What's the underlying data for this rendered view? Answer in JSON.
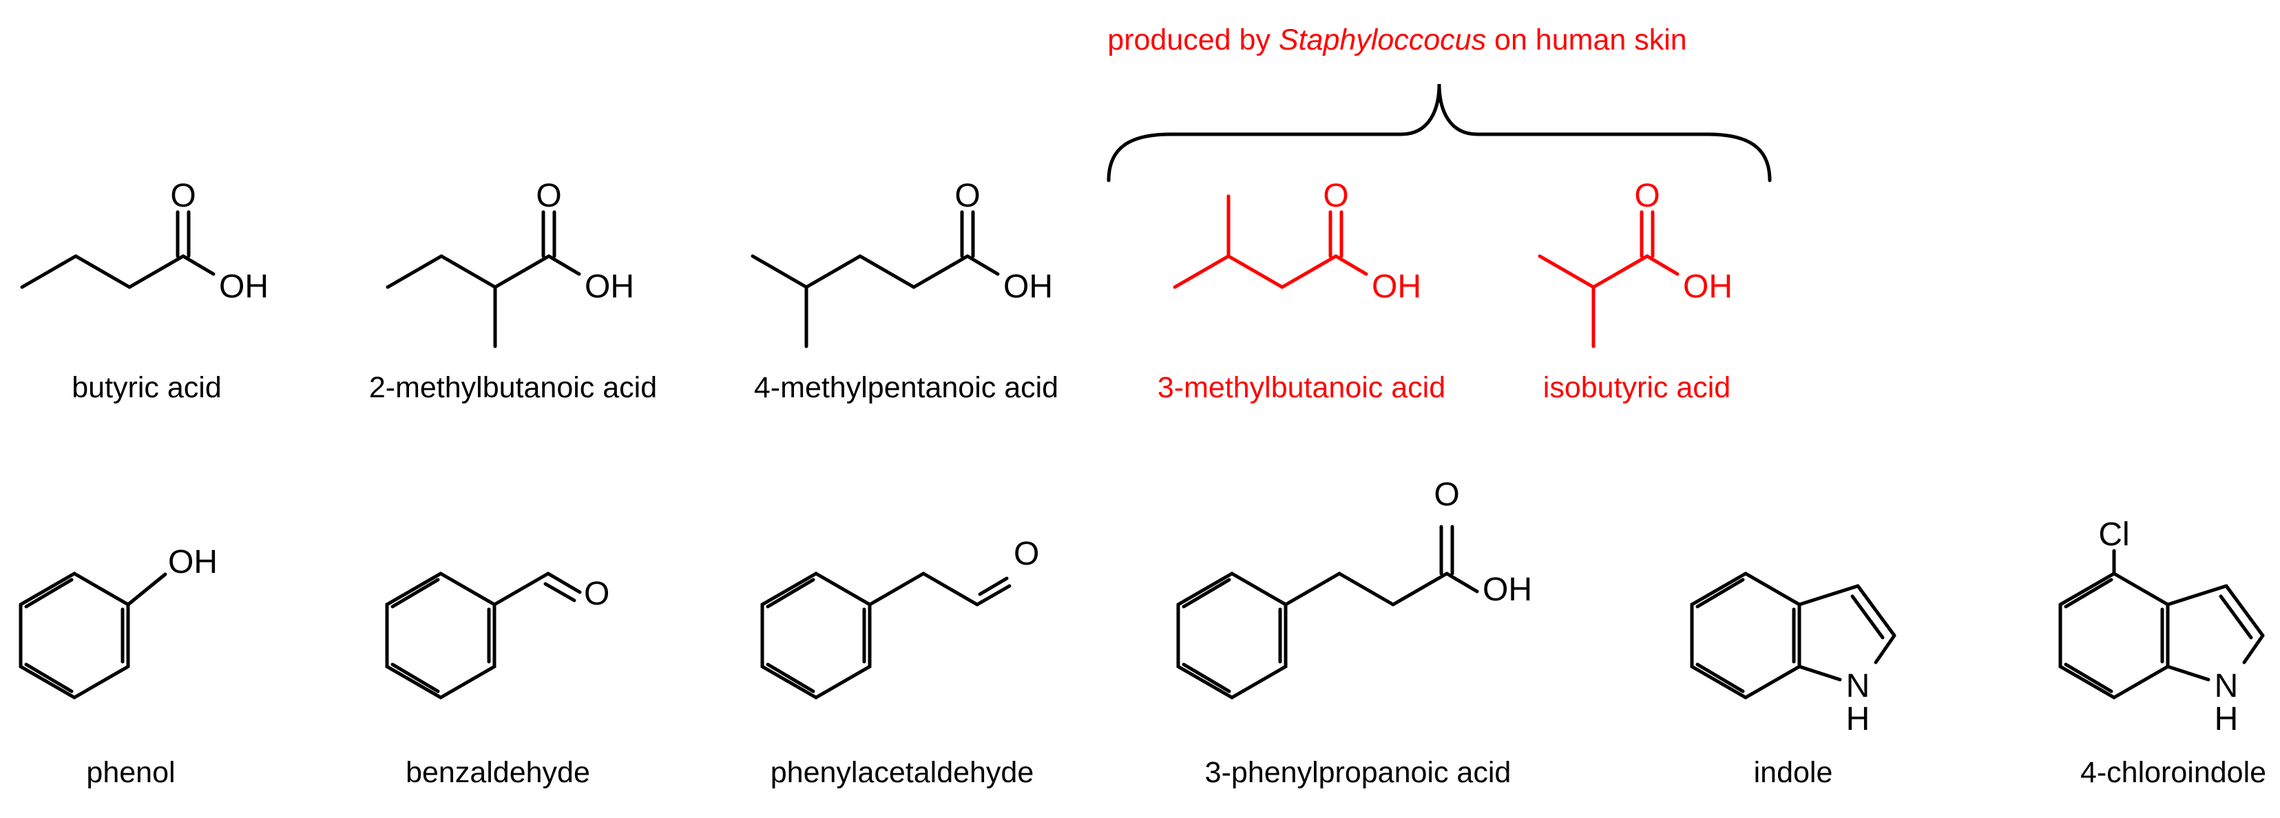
{
  "highlight_color": "#ff0000",
  "text_color": "#000000",
  "banner": {
    "before": "produced by ",
    "genus": "Staphyloccocus",
    "after": " on human skin"
  },
  "compounds": {
    "butyric_acid": {
      "name": "butyric acid",
      "atoms": {
        "o": "O",
        "oh": "OH"
      }
    },
    "methylbutanoic_2": {
      "name": "2-methylbutanoic acid",
      "atoms": {
        "o": "O",
        "oh": "OH"
      }
    },
    "methylpentanoic_4": {
      "name": "4-methylpentanoic acid",
      "atoms": {
        "o": "O",
        "oh": "OH"
      }
    },
    "methylbutanoic_3": {
      "name": "3-methylbutanoic acid",
      "atoms": {
        "o": "O",
        "oh": "OH"
      }
    },
    "isobutyric_acid": {
      "name": "isobutyric acid",
      "atoms": {
        "o": "O",
        "oh": "OH"
      }
    },
    "phenol": {
      "name": "phenol",
      "atoms": {
        "oh": "OH"
      }
    },
    "benzaldehyde": {
      "name": "benzaldehyde",
      "atoms": {
        "o": "O"
      }
    },
    "phenylacetaldehyde": {
      "name": "phenylacetaldehyde",
      "atoms": {
        "o": "O"
      }
    },
    "phenylpropanoic_3": {
      "name": "3-phenylpropanoic acid",
      "atoms": {
        "o": "O",
        "oh": "OH"
      }
    },
    "indole": {
      "name": "indole",
      "atoms": {
        "n": "N",
        "h": "H"
      }
    },
    "chloroindole_4": {
      "name": "4-chloroindole",
      "atoms": {
        "cl": "Cl",
        "n": "N",
        "h": "H"
      }
    }
  }
}
